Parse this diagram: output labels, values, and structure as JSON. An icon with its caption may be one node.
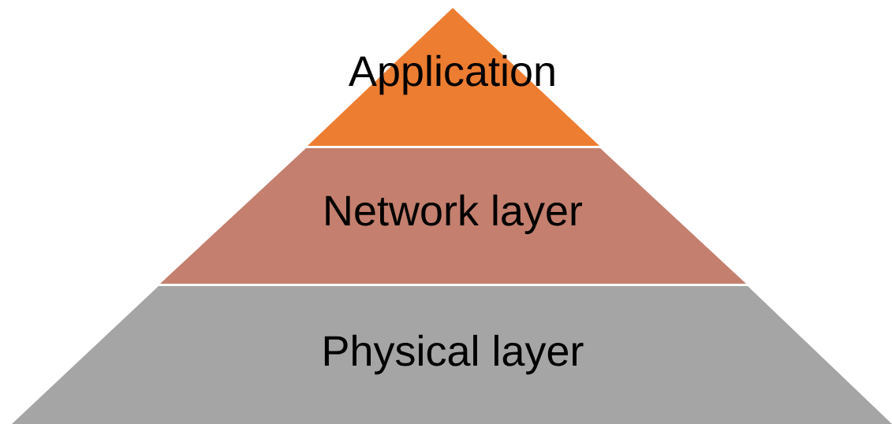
{
  "diagram": {
    "nodes": [
      {
        "text": [
          "Application"
        ]
      },
      {
        "text": [
          "Network layer"
        ]
      },
      {
        "text": [
          "Physical layer"
        ]
      }
    ]
  }
}
